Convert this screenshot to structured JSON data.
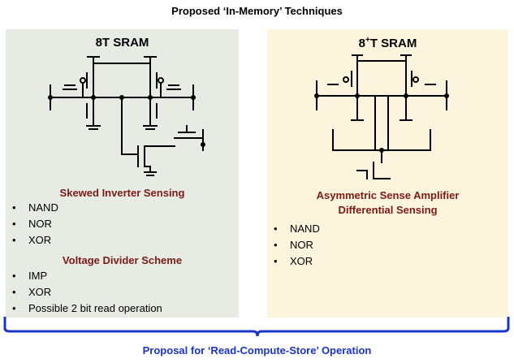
{
  "header": {
    "title": "Proposed ‘In-Memory’ Techniques"
  },
  "left_panel": {
    "title": "8T SRAM",
    "section1": {
      "heading": "Skewed Inverter Sensing",
      "items": [
        "NAND",
        "NOR",
        "XOR"
      ]
    },
    "section2": {
      "heading": "Voltage Divider Scheme",
      "items": [
        "IMP",
        "XOR",
        "Possible 2 bit read operation"
      ]
    },
    "colors": {
      "background": "#e6ebe3",
      "heading": "#7b1a14"
    }
  },
  "right_panel": {
    "title_main": "8",
    "title_sup": "+",
    "title_rest": "T SRAM",
    "section1": {
      "heading_line1": "Asymmetric Sense Amplifier",
      "heading_line2": "Differential Sensing",
      "items": [
        "NAND",
        "NOR",
        "XOR"
      ]
    },
    "colors": {
      "background": "#fdf4de",
      "heading": "#7b1a14"
    }
  },
  "footer": {
    "caption": "Proposal for ‘Read-Compute-Store’ Operation",
    "color": "#1a33c8"
  }
}
